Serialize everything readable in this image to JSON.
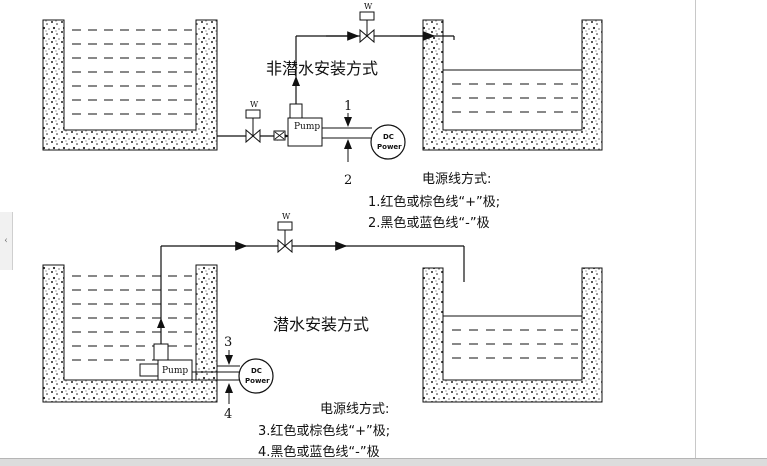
{
  "titles": {
    "top": "非潜水安装方式",
    "bottom": "潜水安装方式"
  },
  "wiring_top": {
    "heading": "电源线方式:",
    "line1": "1.红色或棕色线“+”极;",
    "line2": "2.黑色或蓝色线“-”极"
  },
  "wiring_bottom": {
    "heading": "电源线方式:",
    "line1": "3.红色或棕色线“+”极;",
    "line2": "4.黑色或蓝色线“-”极"
  },
  "callouts": {
    "c1": "1",
    "c2": "2",
    "c3": "3",
    "c4": "4"
  },
  "labels": {
    "valve": "W",
    "pump": "Pump",
    "dc": "DC",
    "power": "Power"
  },
  "chrome": {
    "side_tab": "‹"
  }
}
